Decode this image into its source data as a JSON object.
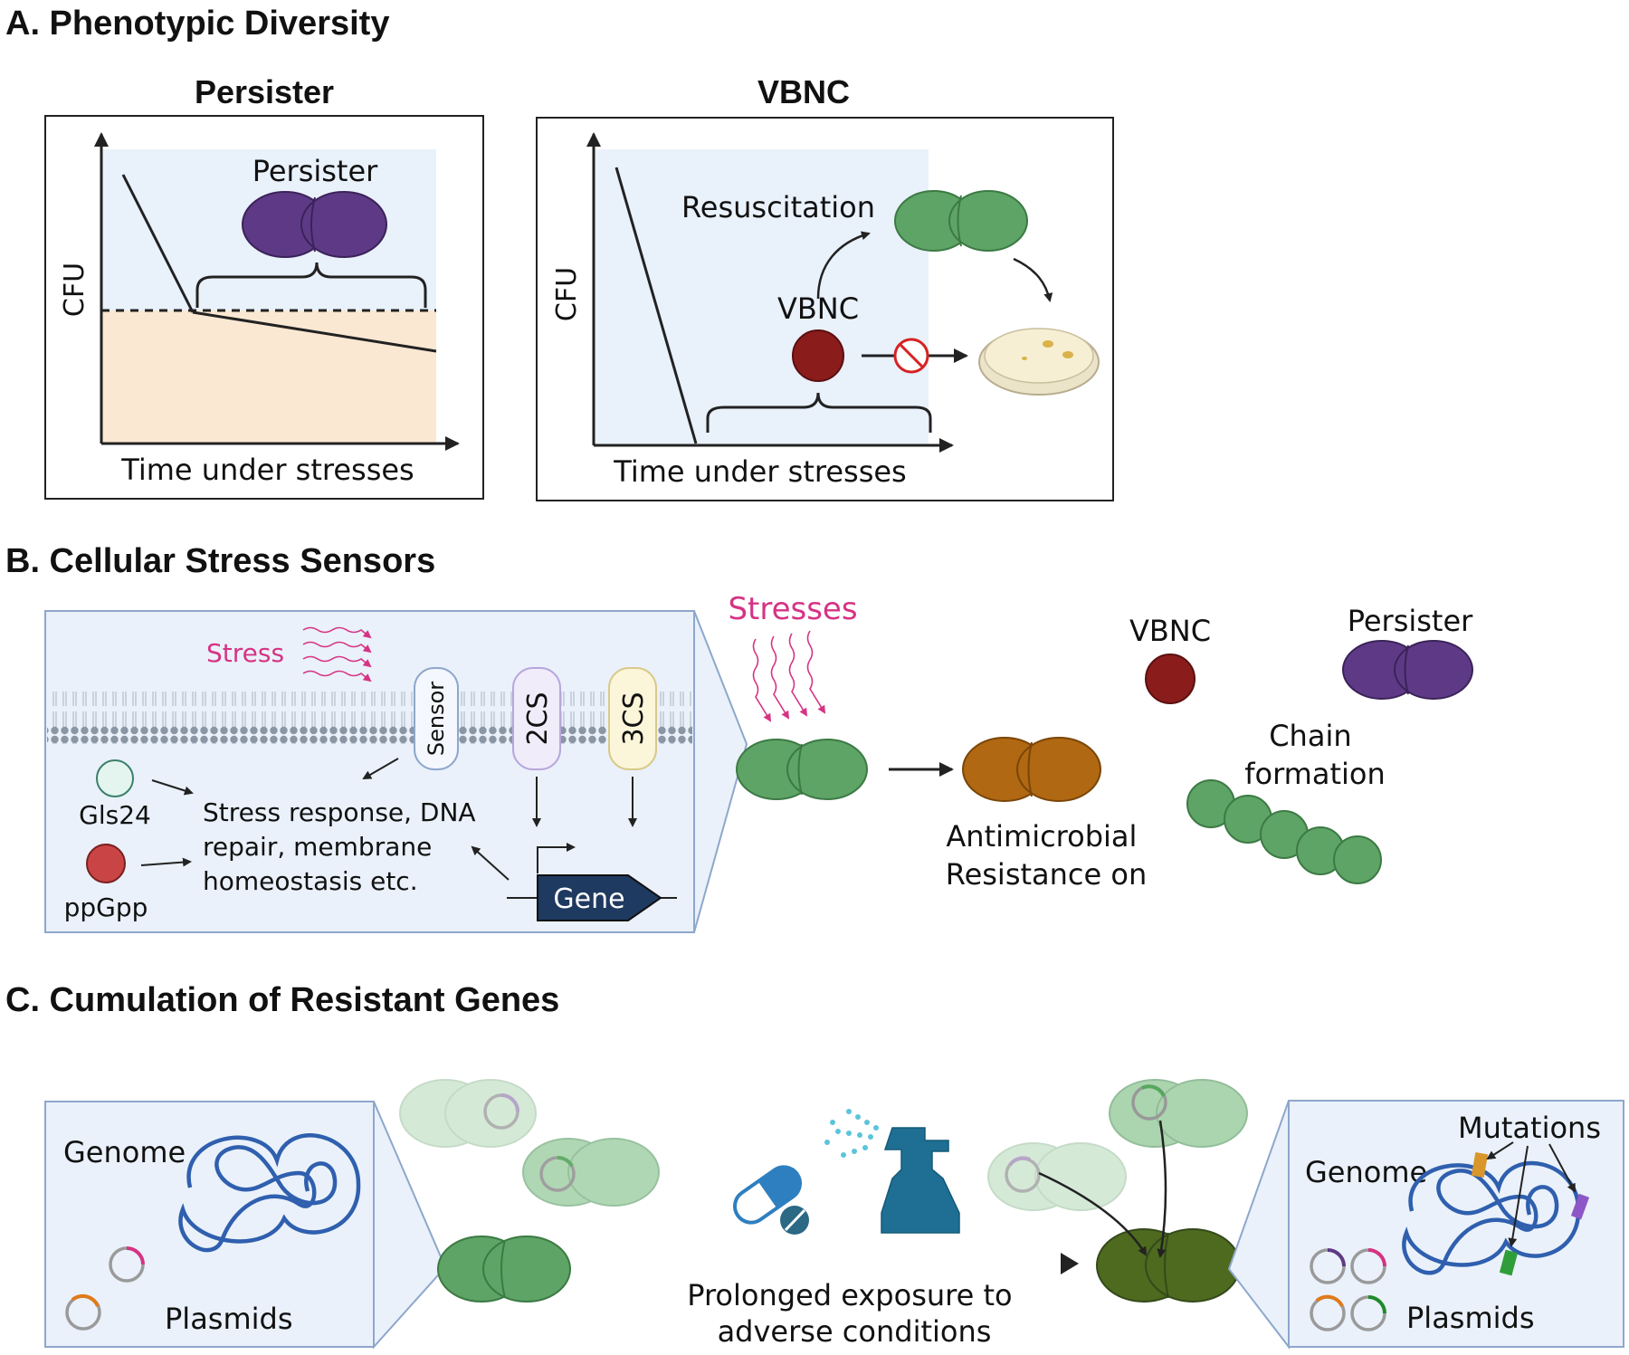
{
  "sections": {
    "a": {
      "heading": "A. Phenotypic Diversity",
      "persister_panel": {
        "title": "Persister",
        "y_axis": "CFU",
        "x_axis": "Time under stresses",
        "cell_label": "Persister"
      },
      "vbnc_panel": {
        "title": "VBNC",
        "y_axis": "CFU",
        "x_axis": "Time under stresses",
        "resuscitation_label": "Resuscitation",
        "cell_label": "VBNC"
      }
    },
    "b": {
      "heading": "B. Cellular Stress Sensors",
      "stress_label": "Stress",
      "sensor_label": "Sensor",
      "two_cs_label": "2CS",
      "three_cs_label": "3CS",
      "gls24_label": "Gls24",
      "ppgpp_label": "ppGpp",
      "response_lines": [
        "Stress response, DNA",
        "repair, membrane",
        "homeostasis etc."
      ],
      "gene_label": "Gene",
      "stresses_label": "Stresses",
      "vbnc_label": "VBNC",
      "persister_label": "Persister",
      "chain_lines": [
        "Chain",
        "formation"
      ],
      "amr_lines": [
        "Antimicrobial",
        "Resistance on"
      ]
    },
    "c": {
      "heading": "C. Cumulation of Resistant Genes",
      "left_genome": "Genome",
      "left_plasmids": "Plasmids",
      "exposure_lines": [
        "Prolonged exposure to",
        "adverse conditions"
      ],
      "mutations_label": "Mutations",
      "right_genome": "Genome",
      "right_plasmids": "Plasmids"
    }
  },
  "colors": {
    "persister": "#5e3a86",
    "vbnc": "#8a1c1c",
    "green_cell": "#5ea466",
    "amr_cell": "#b06812",
    "dark_cell": "#4d6a1e",
    "stress_pink": "#d63384",
    "panel_blue": "#e9f1fb",
    "panel_peach": "#fbe8d3",
    "gene_navy": "#1f3a60",
    "genome_blue": "#2f5fae"
  }
}
